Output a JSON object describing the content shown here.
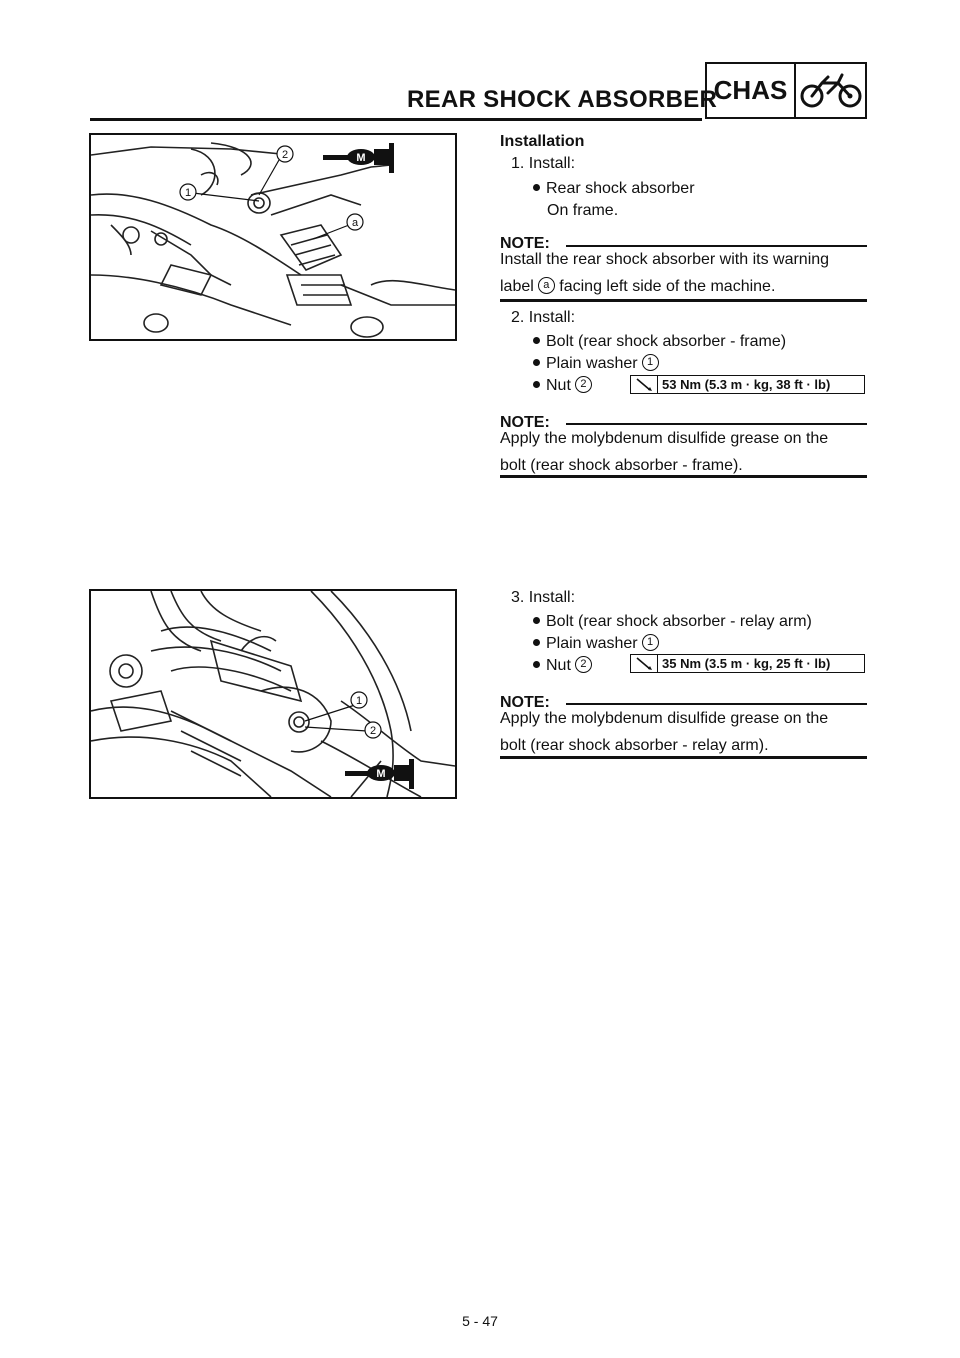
{
  "header": {
    "title": "REAR SHOCK ABSORBER",
    "section_code": "CHAS",
    "section_icon": "motorcycle-icon"
  },
  "figure1": {
    "callouts": [
      "1",
      "2",
      "a"
    ],
    "lube_symbol": "M"
  },
  "figure2": {
    "callouts": [
      "1",
      "2"
    ],
    "lube_symbol": "M"
  },
  "installation": {
    "heading": "Installation",
    "step1": {
      "label": "1. Install:",
      "item": "Rear shock absorber",
      "sub": "On frame."
    },
    "note1": {
      "label": "NOTE:",
      "line1": "Install the rear shock absorber with its warning",
      "line2_pre": "label",
      "line2_ref": "a",
      "line2_post": "facing left side of the machine."
    },
    "step2": {
      "label": "2. Install:",
      "items": [
        {
          "text": "Bolt (rear shock absorber - frame)",
          "ref": ""
        },
        {
          "text": "Plain washer",
          "ref": "1"
        },
        {
          "text": "Nut",
          "ref": "2"
        }
      ],
      "torque": "53 Nm (5.3 m · kg, 38 ft · lb)"
    },
    "note2": {
      "label": "NOTE:",
      "line1": "Apply the molybdenum disulfide grease on the",
      "line2": "bolt (rear shock absorber - frame)."
    },
    "step3": {
      "label": "3. Install:",
      "items": [
        {
          "text": "Bolt (rear shock absorber - relay arm)",
          "ref": ""
        },
        {
          "text": "Plain washer",
          "ref": "1"
        },
        {
          "text": "Nut",
          "ref": "2"
        }
      ],
      "torque": "35 Nm (3.5 m · kg, 25 ft · lb)"
    },
    "note3": {
      "label": "NOTE:",
      "line1": "Apply the molybdenum disulfide grease on the",
      "line2": "bolt (rear shock absorber - relay arm)."
    }
  },
  "footer": {
    "page_number": "5 - 47"
  }
}
